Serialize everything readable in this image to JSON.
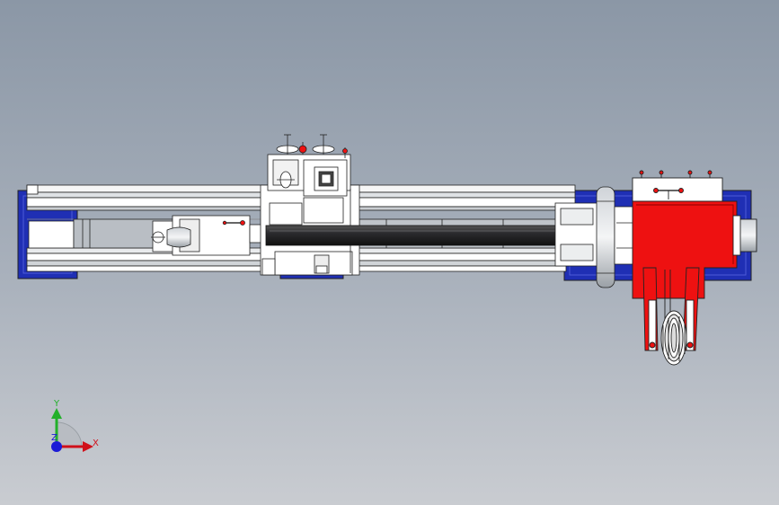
{
  "triad": {
    "x_label": "X",
    "y_label": "Y",
    "z_label": "Z",
    "x_color": "#d0101a",
    "y_color": "#22b02a",
    "z_color": "#1b1bd6"
  },
  "colors": {
    "background_top": "#8b97a6",
    "background_bottom": "#c9ccd1",
    "frame_blue": "#1f2fb4",
    "headstock_red": "#ee1111",
    "spindle_dark": "#2f2f33",
    "part_white": "#ffffff",
    "outline": "#222222"
  },
  "model": {
    "components": [
      "bed-frame",
      "guide-rails",
      "tailstock",
      "carriage",
      "spindle-shaft",
      "chuck-flange",
      "headstock",
      "pulley-drive"
    ]
  }
}
